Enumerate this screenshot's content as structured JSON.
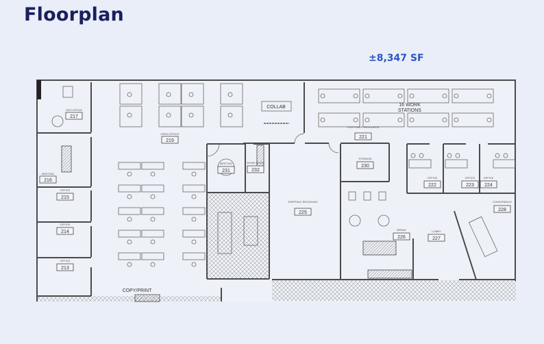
{
  "page": {
    "title": "Floorplan",
    "area": "±8,347 SF"
  },
  "colors": {
    "title": "#1b1f5e",
    "area": "#2d55c8",
    "background": "#e9eef8"
  },
  "rooms": {
    "r217": {
      "name": "CEO OFFICE",
      "number": "217"
    },
    "r216": {
      "name": "MEETING",
      "number": "216"
    },
    "r215": {
      "name": "OFFICE",
      "number": "215"
    },
    "r214": {
      "name": "OFFICE",
      "number": "214"
    },
    "r213": {
      "name": "OFFICE",
      "number": "213"
    },
    "r219": {
      "name": "OPEN OFFICE",
      "number": "219"
    },
    "r231": {
      "name": "MEETING",
      "number": "231"
    },
    "r232": {
      "name": "WORK ROOM",
      "number": "232"
    },
    "r225": {
      "name": "SHIPPING/ RECEIVING",
      "number": "225"
    },
    "r221": {
      "name": "CUSTOMER RESOURCE",
      "number": "221"
    },
    "r230": {
      "name": "STORAGE",
      "number": "230"
    },
    "r222": {
      "name": "OFFICE",
      "number": "222"
    },
    "r223": {
      "name": "OFFICE",
      "number": "223"
    },
    "r224": {
      "name": "OFFICE",
      "number": "224"
    },
    "r226": {
      "name": "BREAK",
      "number": "226"
    },
    "r227": {
      "name": "LOBBY",
      "number": "227"
    },
    "r228": {
      "name": "CONFERENCE",
      "number": "228"
    }
  },
  "labels": {
    "collab": "COLLAB",
    "workstations_1": "16 WORK",
    "workstations_2": "STATIONS",
    "copyprint": "COPY/PRINT"
  }
}
